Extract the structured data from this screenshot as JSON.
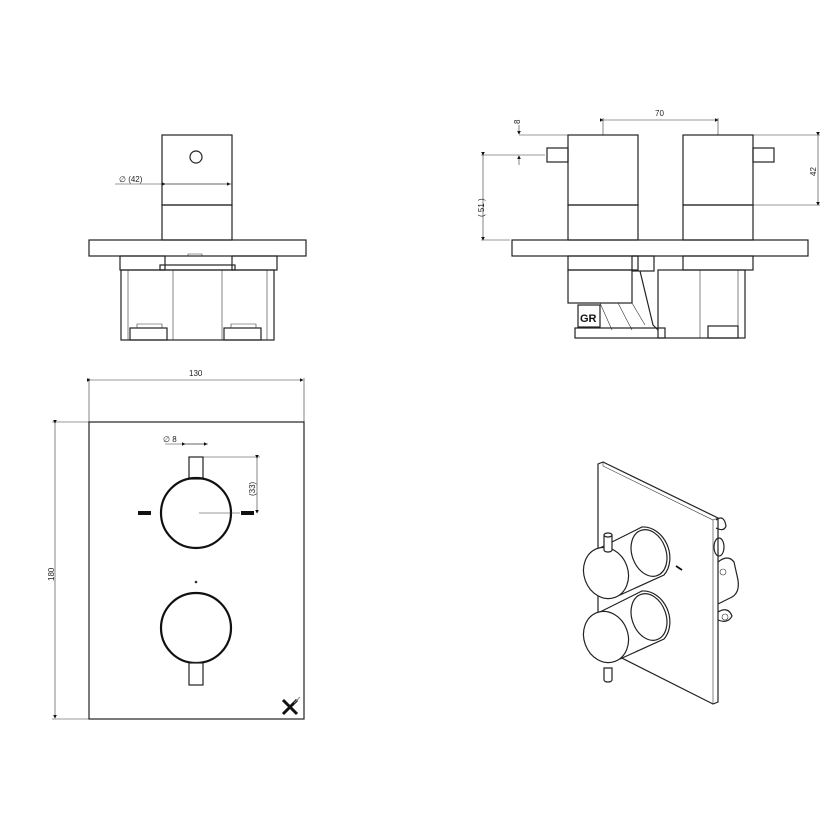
{
  "drawing": {
    "front_elevation": {
      "diameter_label": "∅ (42)"
    },
    "side_elevation": {
      "spacing_label": "70",
      "lever_offset_label": "8",
      "height_label": "( 51 )",
      "knob_height_label": "42",
      "logo_label": "GR"
    },
    "plan_view": {
      "width_label": "130",
      "height_label": "180",
      "lever_diameter_label": "∅ 8",
      "lever_length_label": "(33)",
      "brand_mark": "✕"
    },
    "isometric_view": {}
  }
}
